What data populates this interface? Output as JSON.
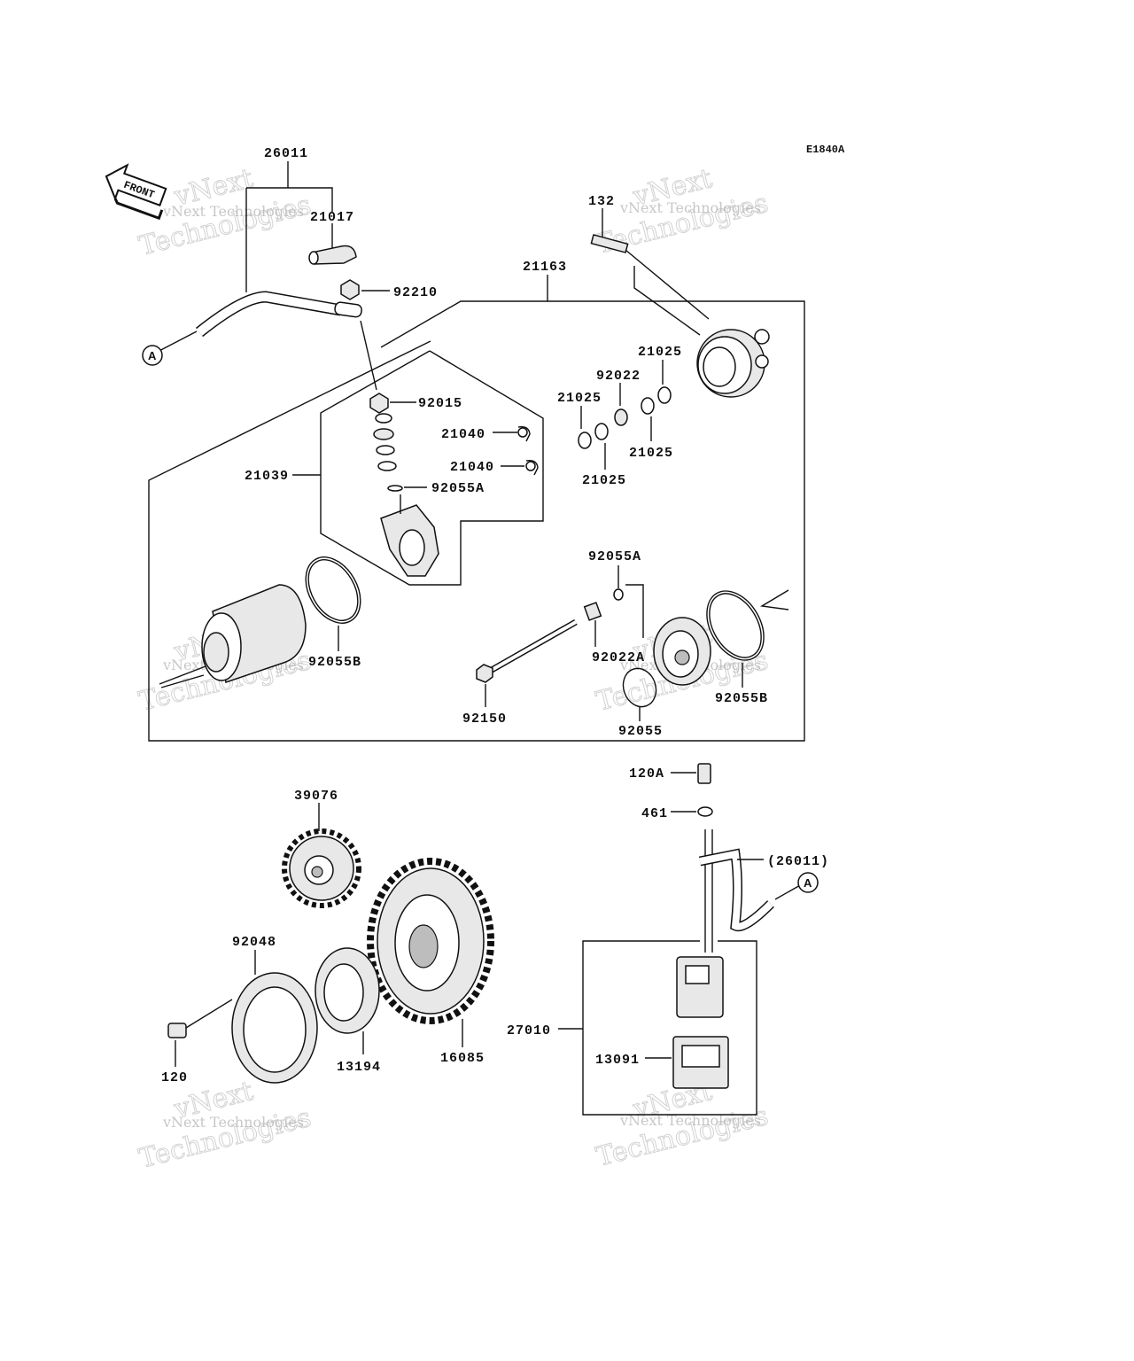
{
  "diagram_code": "E1840A",
  "front_label": "FRONT",
  "connector_label": "A",
  "part_numbers": {
    "p26011": "26011",
    "p21017": "21017",
    "p92210": "92210",
    "p132": "132",
    "p21163": "21163",
    "p92015": "92015",
    "p21040a": "21040",
    "p21040b": "21040",
    "p21039": "21039",
    "p92055A_top": "92055A",
    "p21025_a": "21025",
    "p92022": "92022",
    "p21025_b": "21025",
    "p21025_c": "21025",
    "p21025_d": "21025",
    "p92055A_mid": "92055A",
    "p92022A": "92022A",
    "p92055B_left": "92055B",
    "p92150": "92150",
    "p92055": "92055",
    "p92055B_right": "92055B",
    "p120A": "120A",
    "p461": "461",
    "p26011_ref": "(26011)",
    "p39076": "39076",
    "p92048": "92048",
    "p120": "120",
    "p13194": "13194",
    "p16085": "16085",
    "p27010": "27010",
    "p13091": "13091"
  },
  "watermark": {
    "line1": "vNext",
    "line2": "vNext Technologies",
    "line3": "Technologies"
  }
}
